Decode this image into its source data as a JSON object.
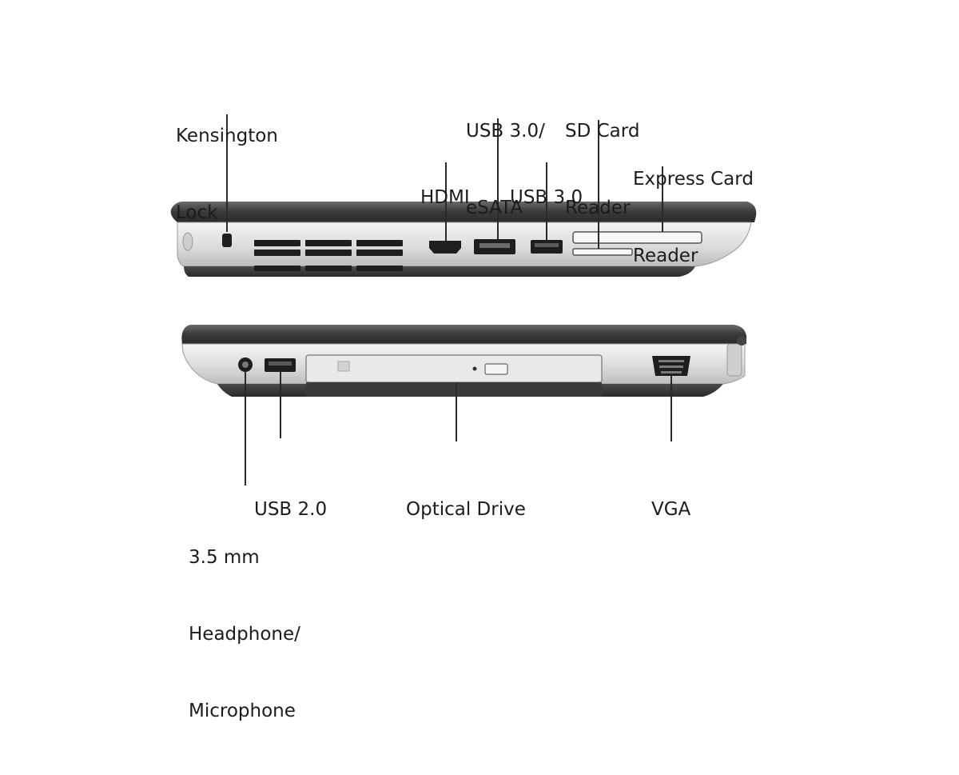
{
  "top_side": {
    "labels": [
      {
        "id": "kensington",
        "lines": [
          "Kensington",
          "Lock"
        ]
      },
      {
        "id": "hdmi",
        "lines": [
          "HDMI"
        ]
      },
      {
        "id": "usb3-esata",
        "lines": [
          "USB 3.0/",
          "eSATA"
        ]
      },
      {
        "id": "usb3",
        "lines": [
          "USB 3.0"
        ]
      },
      {
        "id": "sd-card",
        "lines": [
          "SD Card",
          "Reader"
        ]
      },
      {
        "id": "express-card",
        "lines": [
          "Express Card",
          "Reader"
        ]
      }
    ]
  },
  "bottom_side": {
    "labels": [
      {
        "id": "audio-jack",
        "lines": [
          "3.5 mm",
          "Headphone/",
          "Microphone"
        ]
      },
      {
        "id": "usb2",
        "lines": [
          "USB 2.0"
        ]
      },
      {
        "id": "optical",
        "lines": [
          "Optical Drive"
        ]
      },
      {
        "id": "vga",
        "lines": [
          "VGA"
        ]
      }
    ]
  },
  "colors": {
    "chassis_dark": "#3a3a3a",
    "chassis_silver": "#e3e3e3",
    "port_black": "#1e1e1e",
    "label_text": "#1c1c1c"
  }
}
